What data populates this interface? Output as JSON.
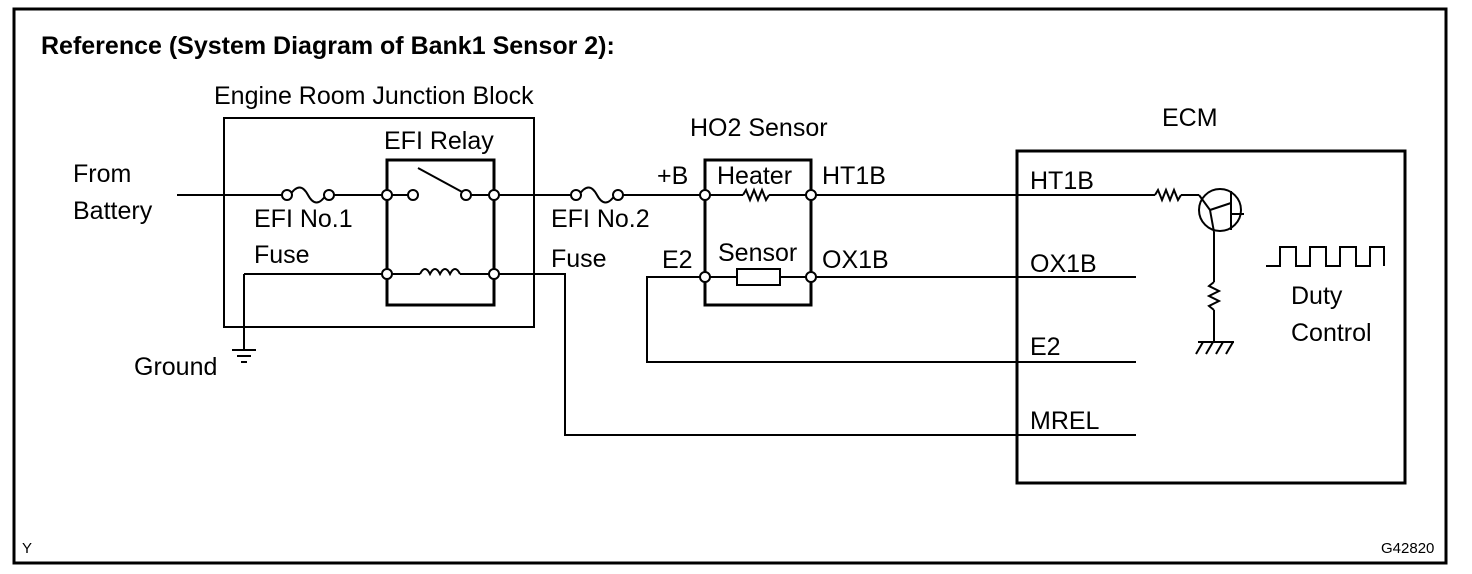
{
  "title": "Reference (System Diagram of Bank1 Sensor 2):",
  "labels": {
    "junction_block": "Engine Room Junction Block",
    "efi_relay": "EFI Relay",
    "from": "From",
    "battery": "Battery",
    "efi_no1": "EFI No.1",
    "fuse1": "Fuse",
    "efi_no2": "EFI No.2",
    "fuse2": "Fuse",
    "ground": "Ground",
    "ho2_sensor": "HO2 Sensor",
    "plus_b": "+B",
    "heater": "Heater",
    "ht1b_sensor": "HT1B",
    "e2_sensor": "E2",
    "sensor": "Sensor",
    "ox1b_sensor": "OX1B",
    "ecm": "ECM",
    "ht1b_ecm": "HT1B",
    "ox1b_ecm": "OX1B",
    "e2_ecm": "E2",
    "mrel": "MREL",
    "duty": "Duty",
    "control": "Control"
  },
  "corner_left": "Y",
  "figure_code": "G42820"
}
